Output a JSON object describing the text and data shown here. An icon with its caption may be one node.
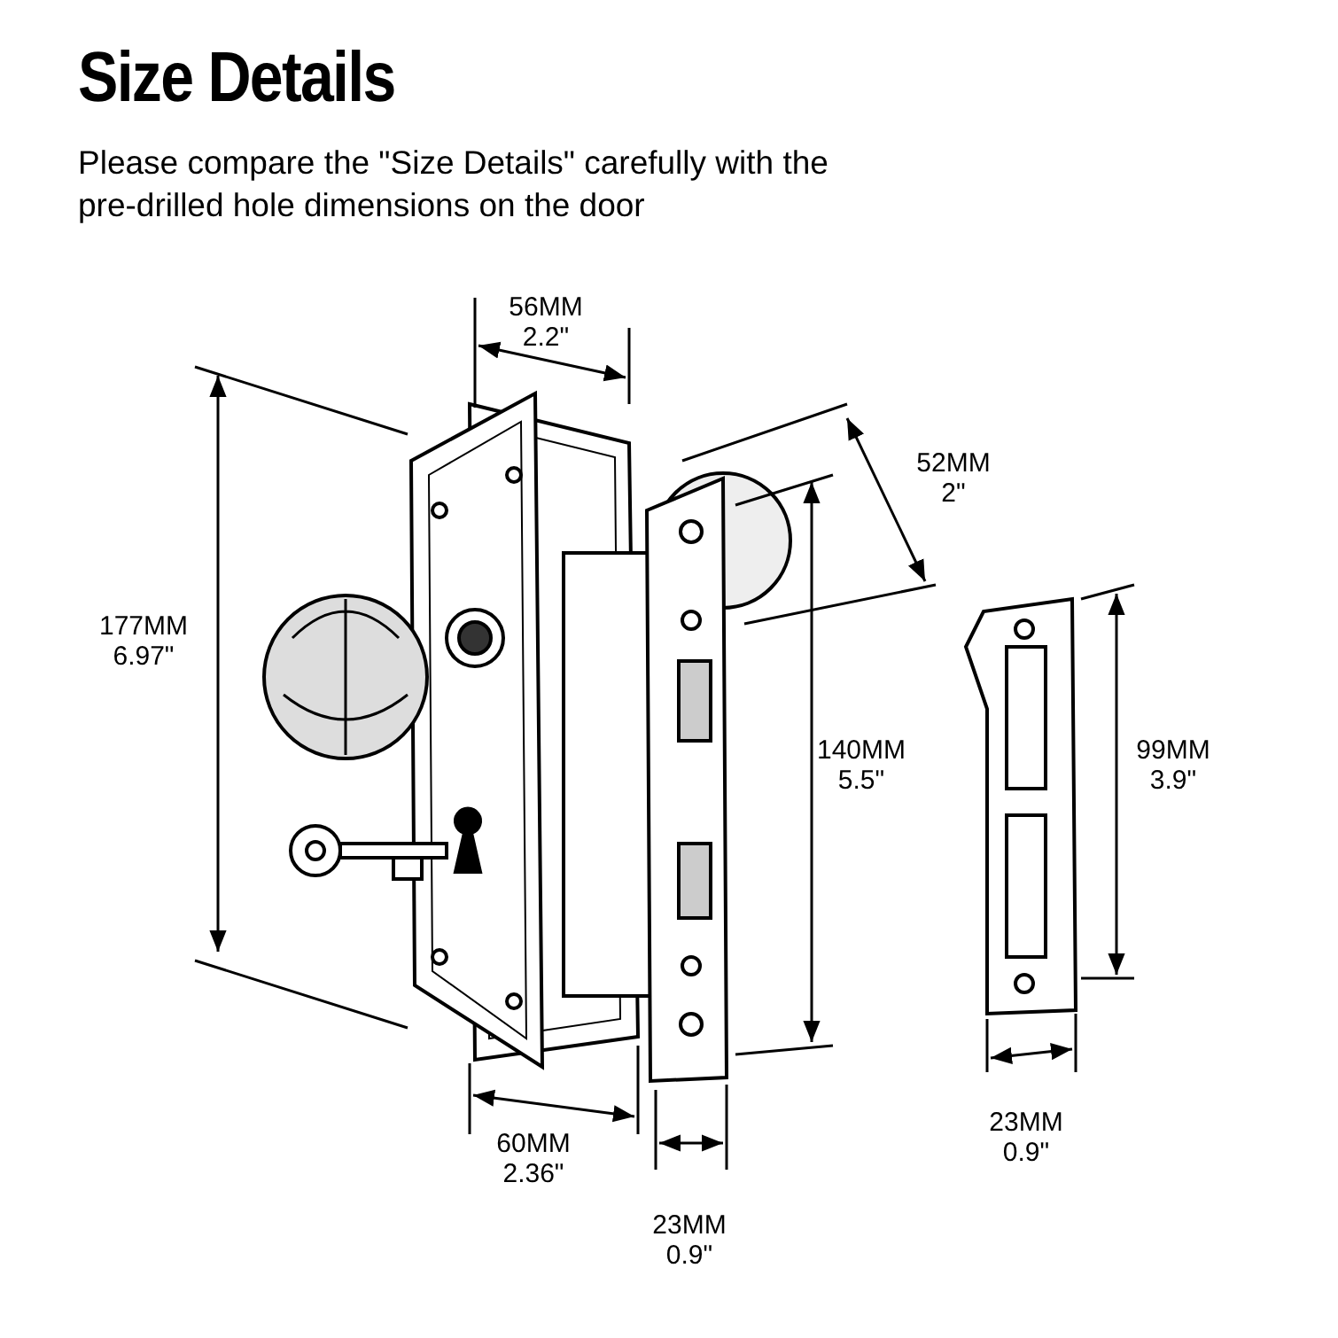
{
  "diagram": {
    "title": "Size Details",
    "labels": [
      "Please compare the \"Size Details\" carefully with the pre-drilled hole dimensions on the door",
      "56MM 2.2\"",
      "52MM 2\"",
      "177MM 6.97\"",
      "140MM 5.5\"",
      "99MM 3.9\"",
      "60MM 2.36\"",
      "23MM 0.9\"",
      "23MM 0.9\""
    ]
  }
}
